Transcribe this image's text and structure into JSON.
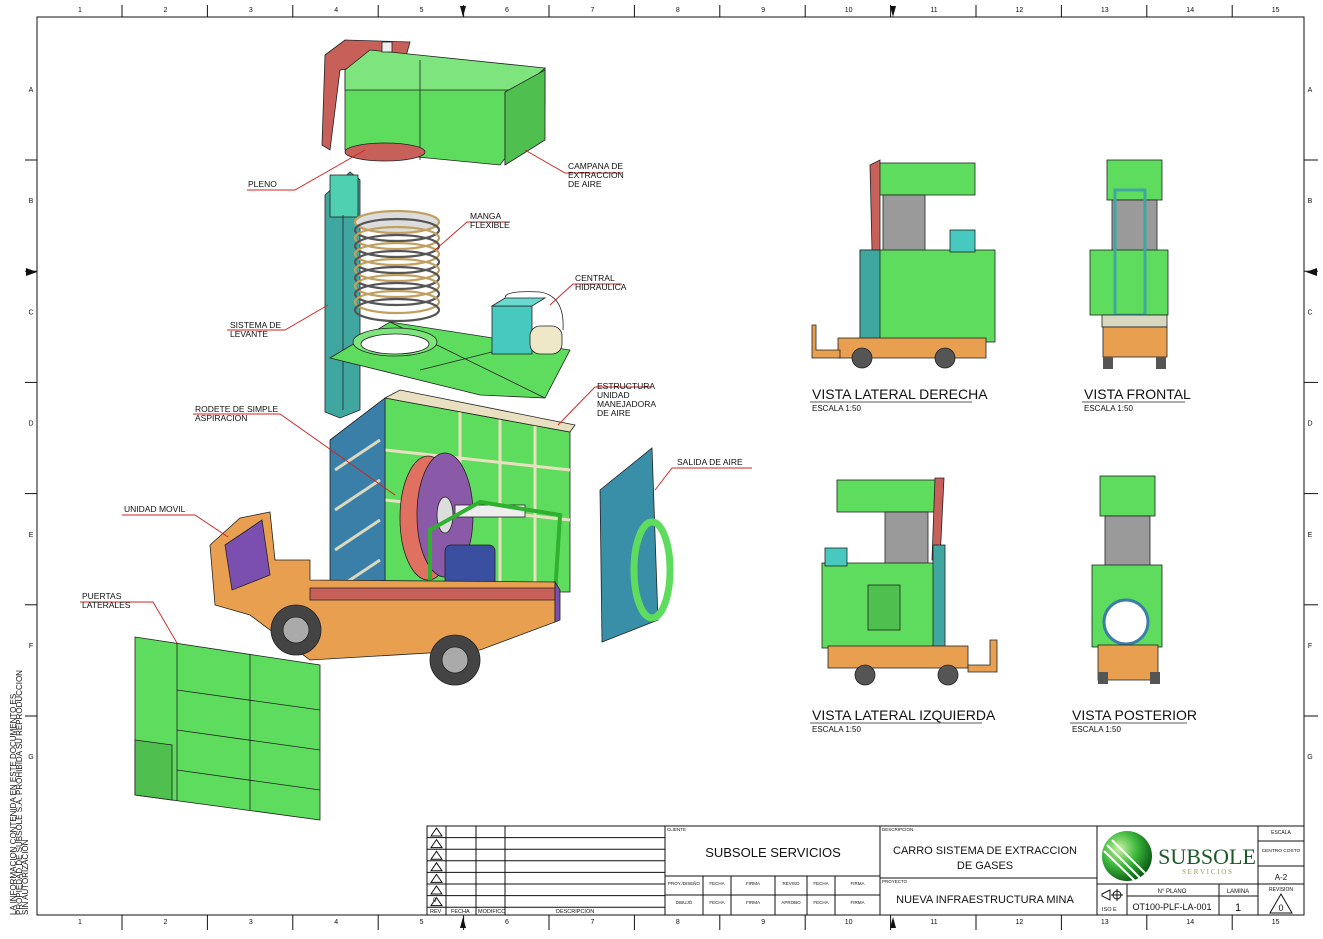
{
  "grid": {
    "columns": [
      "1",
      "2",
      "3",
      "4",
      "5",
      "6",
      "7",
      "8",
      "9",
      "10",
      "11",
      "12",
      "13",
      "14",
      "15"
    ],
    "rows": [
      "A",
      "B",
      "C",
      "D",
      "E",
      "F",
      "G"
    ]
  },
  "margin_note": [
    "LA INFORMACION CONTENIDA EN ESTE DOCUMENTO ES",
    "PROPIEDAD DE SUBSOLE S.A. PROHIBIDA SU REPRODUCCION",
    "SIN AUTORIZACION"
  ],
  "callouts": {
    "pleno": "PLENO",
    "campana": [
      "CAMPANA DE",
      "EXTRACCION",
      "DE AIRE"
    ],
    "manga": [
      "MANGA",
      "FLEXIBLE"
    ],
    "central": [
      "CENTRAL",
      "HIDRAULICA"
    ],
    "levante": [
      "SISTEMA DE",
      "LEVANTE"
    ],
    "estructura": [
      "ESTRUCTURA",
      "UNIDAD",
      "MANEJADORA",
      "DE AIRE"
    ],
    "rodete": [
      "RODETE DE SIMPLE",
      "ASPIRACION"
    ],
    "salida": "SALIDA DE AIRE",
    "unidad_movil": "UNIDAD MOVIL",
    "puertas": [
      "PUERTAS",
      "LATERALES"
    ]
  },
  "views": {
    "lateral_derecha": {
      "title": "VISTA LATERAL DERECHA",
      "scale": "ESCALA 1:50"
    },
    "frontal": {
      "title": "VISTA FRONTAL",
      "scale": "ESCALA 1:50"
    },
    "lateral_izquierda": {
      "title": "VISTA LATERAL IZQUIERDA",
      "scale": "ESCALA 1:50"
    },
    "posterior": {
      "title": "VISTA POSTERIOR",
      "scale": "ESCALA 1:50"
    }
  },
  "title_block": {
    "revision_table": {
      "headers": [
        "REV",
        "FECHA",
        "MODIFICO",
        "DESCRIPCION"
      ],
      "last_rev": "0"
    },
    "cliente_label": "CLIENTE",
    "cliente": "SUBSOLE SERVICIOS",
    "signatures": {
      "row1": [
        "PROY./DISEÑO",
        "FECHA",
        "FIRMA",
        "REVISO",
        "FECHA",
        "FIRMA"
      ],
      "row2": [
        "DIBUJÓ",
        "FECHA",
        "FIRMA",
        "APROBO",
        "FECHA",
        "FIRMA"
      ]
    },
    "descripcion_label": "DESCRIPCION",
    "descripcion": [
      "CARRO SISTEMA DE EXTRACCION",
      "DE GASES"
    ],
    "proyecto_label": "PROYECTO",
    "proyecto": "NUEVA INFRAESTRUCTURA MINA",
    "logo_name": "SUBSOLE",
    "logo_sub": "S E R V I C I O S",
    "iso": "ISO E",
    "escala_label": "ESCALA",
    "centro_costo_label": "CENTRO COSTO",
    "centro_costo": "A-2",
    "plano_label": "N° PLANO",
    "plano": "OT100-PLF-LA-001",
    "lamina_label": "LAMINA",
    "lamina": "1",
    "revision_label": "REVISION",
    "revision": "0"
  },
  "colors": {
    "green": "#5ddc5d",
    "teal": "#3fa7a0",
    "orange": "#e8a050",
    "red": "#c8605a",
    "blue": "#3a7fa8",
    "purple": "#7a4fb0",
    "leader": "#d42020"
  }
}
